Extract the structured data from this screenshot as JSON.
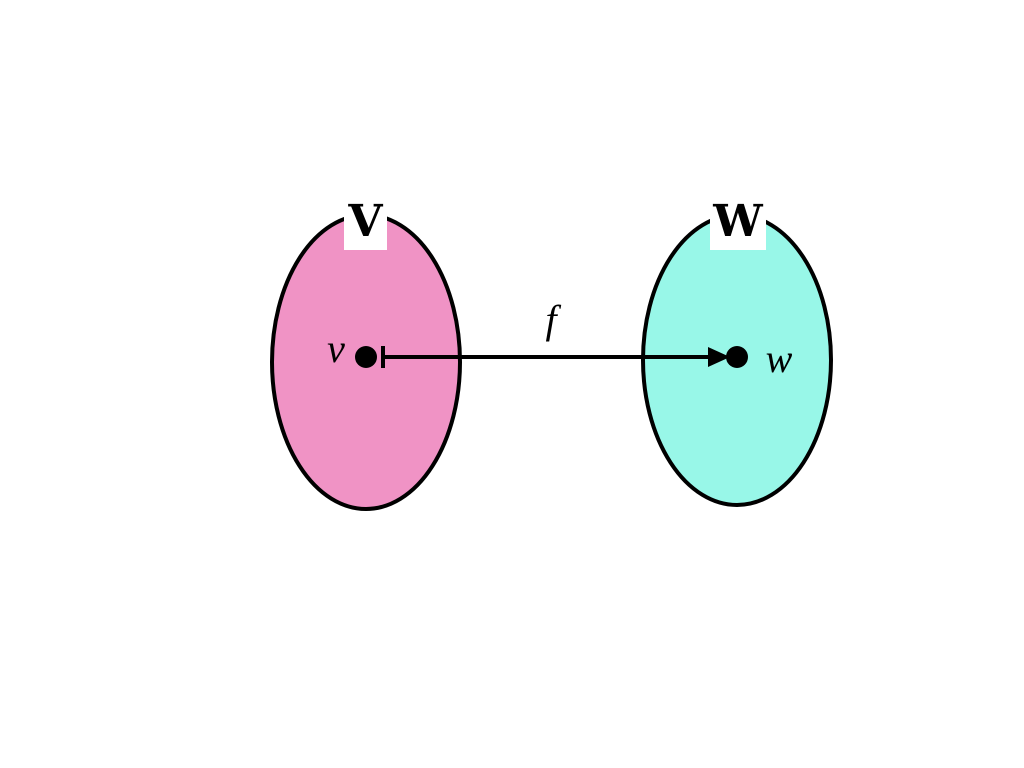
{
  "diagram": {
    "domain_set": {
      "label": "V",
      "fill": "#F093C5",
      "element": {
        "label": "v"
      }
    },
    "codomain_set": {
      "label": "W",
      "fill": "#98F7E8",
      "element": {
        "label": "w"
      }
    },
    "mapping": {
      "label": "f",
      "style": "maps-to arrow"
    },
    "colors": {
      "stroke": "#000000",
      "background": "#FFFFFF"
    }
  }
}
